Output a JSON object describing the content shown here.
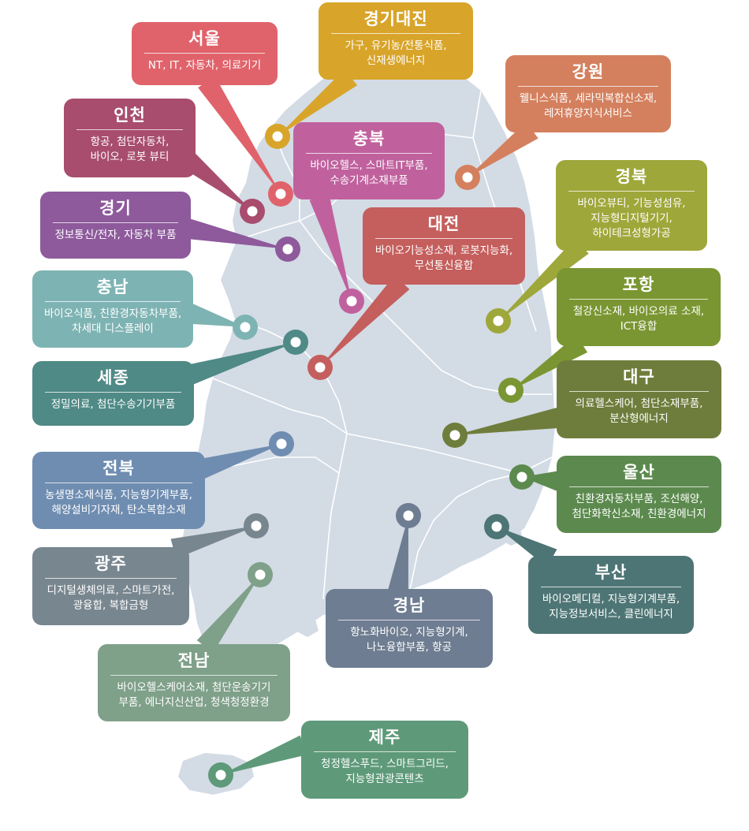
{
  "regions": [
    {
      "id": "seoul",
      "name": "서울",
      "desc": "NT, IT, 자동차, 의료기기",
      "color": "#e0636b"
    },
    {
      "id": "gyeonggi-daejin",
      "name": "경기대진",
      "desc": "가구, 유기농/전통식품,\n신재생에너지",
      "color": "#d8a52a"
    },
    {
      "id": "gangwon",
      "name": "강원",
      "desc": "웰니스식품, 세라믹복합신소재,\n레저휴양지식서비스",
      "color": "#d4805e"
    },
    {
      "id": "incheon",
      "name": "인천",
      "desc": "항공, 첨단자동차,\n바이오, 로봇 뷰티",
      "color": "#a84d6d"
    },
    {
      "id": "chungbuk",
      "name": "충북",
      "desc": "바이오헬스, 스마트IT부품,\n수송기계소재부품",
      "color": "#c0619e"
    },
    {
      "id": "gyeongbuk",
      "name": "경북",
      "desc": "바이오뷰티, 기능성섬유,\n지능형디지털기기,\n하이테크성형가공",
      "color": "#9ea73a"
    },
    {
      "id": "gyeonggi",
      "name": "경기",
      "desc": "정보통신/전자, 자동차 부품",
      "color": "#8e5a9c"
    },
    {
      "id": "daejeon",
      "name": "대전",
      "desc": "바이오기능성소재, 로봇지능화,\n무선통신융합",
      "color": "#c45f5d"
    },
    {
      "id": "chungnam",
      "name": "충남",
      "desc": "바이오식품, 친환경자동차부품,\n차세대 디스플레이",
      "color": "#7eb3b3"
    },
    {
      "id": "pohang",
      "name": "포항",
      "desc": "철강신소재, 바이오의료 소재,\nICT융합",
      "color": "#7a9632"
    },
    {
      "id": "sejong",
      "name": "세종",
      "desc": "정밀의료, 첨단수송기기부품",
      "color": "#4f8a86"
    },
    {
      "id": "daegu",
      "name": "대구",
      "desc": "의료헬스케어, 첨단소재부품,\n분산형에너지",
      "color": "#6f7d3c"
    },
    {
      "id": "jeonbuk",
      "name": "전북",
      "desc": "농생명소재식품, 지능형기계부품,\n해양설비기자재, 탄소복합소재",
      "color": "#6f8db1"
    },
    {
      "id": "ulsan",
      "name": "울산",
      "desc": "친환경자동차부품, 조선해양,\n첨단화학신소재, 친환경에너지",
      "color": "#5c8a4e"
    },
    {
      "id": "gwangju",
      "name": "광주",
      "desc": "디지털생체의료, 스마트가전,\n광융합, 복합금형",
      "color": "#78868f"
    },
    {
      "id": "busan",
      "name": "부산",
      "desc": "바이오메디컬, 지능형기계부품,\n지능정보서비스, 클린에너지",
      "color": "#4e7575"
    },
    {
      "id": "gyeongnam",
      "name": "경남",
      "desc": "항노화바이오, 지능형기계,\n나노융합부품, 항공",
      "color": "#6e7d91"
    },
    {
      "id": "jeonnam",
      "name": "전남",
      "desc": "바이오헬스케어소재, 첨단운송기기\n부품, 에너지신산업, 청색청정환경",
      "color": "#7fa089"
    },
    {
      "id": "jeju",
      "name": "제주",
      "desc": "청정헬스푸드, 스마트그리드,\n지능형관광콘텐츠",
      "color": "#5e9a79"
    }
  ],
  "map_color": "#d3dbe5",
  "border_color": "#ffffff"
}
